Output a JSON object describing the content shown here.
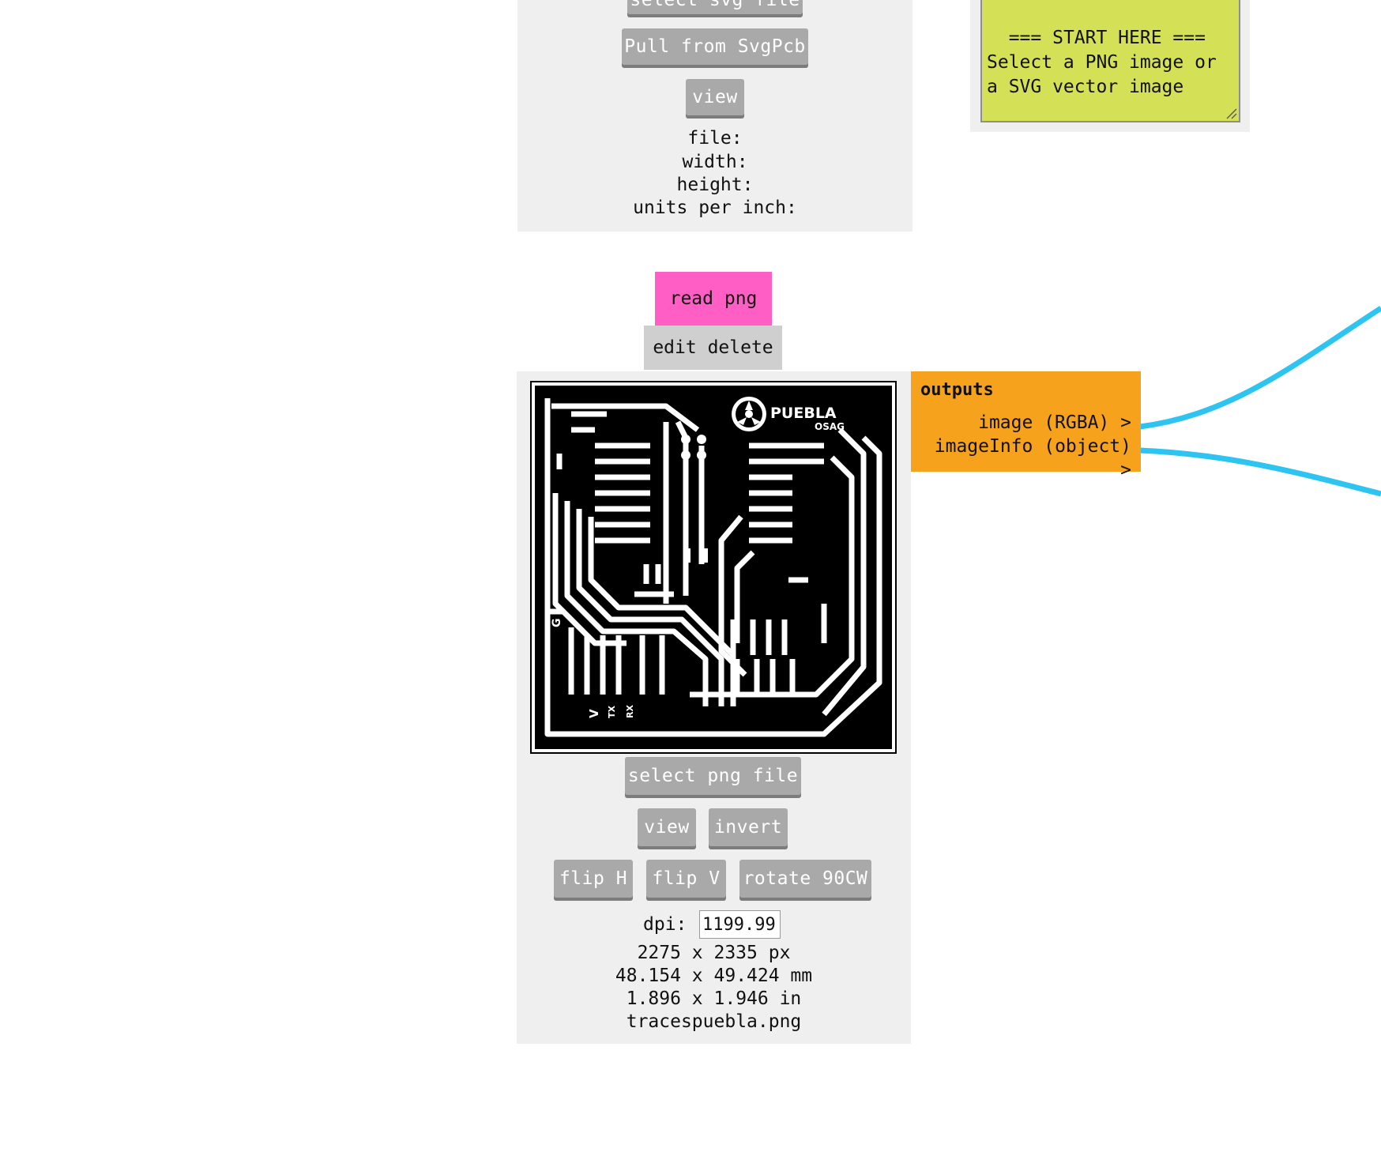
{
  "top_module": {
    "select_svg_label": "select svg file",
    "pull_svgpcb_label": "Pull from SvgPcb",
    "view_label": "view",
    "info": [
      "file:",
      "width:",
      "height:",
      "units per inch:"
    ]
  },
  "note": {
    "text": "=== START HERE ===\nSelect a PNG image or\na SVG vector image"
  },
  "read_png_module": {
    "title": "read png",
    "edit_delete": "edit delete",
    "select_png_label": "select png file",
    "view_label": "view",
    "invert_label": "invert",
    "flip_h_label": "flip H",
    "flip_v_label": "flip V",
    "rotate_label": "rotate 90CW",
    "dpi_label": "dpi:",
    "dpi_value": "1199.99",
    "pixels": "2275 x 2335 px",
    "mm": "48.154 x 49.424 mm",
    "inches": "1.896 x 1.946 in",
    "filename": "tracespuebla.png",
    "pcb_image": {
      "logo_text": "PUEBLA",
      "logo_sub": "OSAG",
      "label_g": "G",
      "label_v": "V",
      "label_tx": "TX",
      "label_rx": "RX"
    }
  },
  "outputs": {
    "title": "outputs",
    "items": [
      "image (RGBA)",
      "imageInfo (object)"
    ],
    "arrow": ">"
  },
  "colors": {
    "node_title_pink": "#ff5ec4",
    "outputs_orange": "#f7a21c",
    "note_green": "#d4e157",
    "wire_blue": "#2ec4f1",
    "button_gray": "#a9a9a9",
    "panel_gray": "#efefef"
  }
}
